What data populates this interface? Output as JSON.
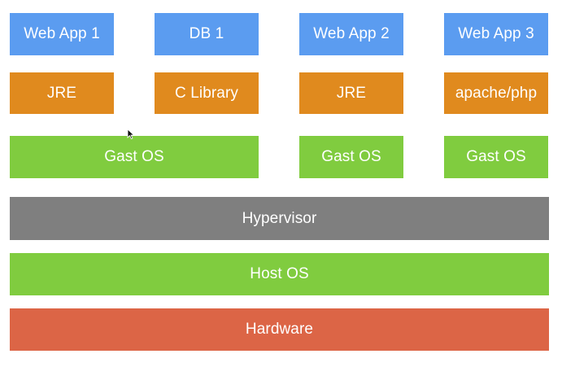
{
  "colors": {
    "application": "#5b9cf0",
    "library": "#e08a1e",
    "guest_os": "#80cc3f",
    "hypervisor": "#7f7f7f",
    "host_os": "#80cc3f",
    "hardware": "#dc6546"
  },
  "applications": [
    {
      "label": "Web App 1"
    },
    {
      "label": "DB 1"
    },
    {
      "label": "Web App 2"
    },
    {
      "label": "Web App 3"
    }
  ],
  "libraries": [
    {
      "label": "JRE"
    },
    {
      "label": "C Library"
    },
    {
      "label": "JRE"
    },
    {
      "label": "apache/php"
    }
  ],
  "guest_os": [
    {
      "label": "Gast OS"
    },
    {
      "label": "Gast OS"
    },
    {
      "label": "Gast OS"
    }
  ],
  "hypervisor": {
    "label": "Hypervisor"
  },
  "host_os": {
    "label": "Host OS"
  },
  "hardware": {
    "label": "Hardware"
  },
  "cursor_icon": "mouse-pointer-icon"
}
